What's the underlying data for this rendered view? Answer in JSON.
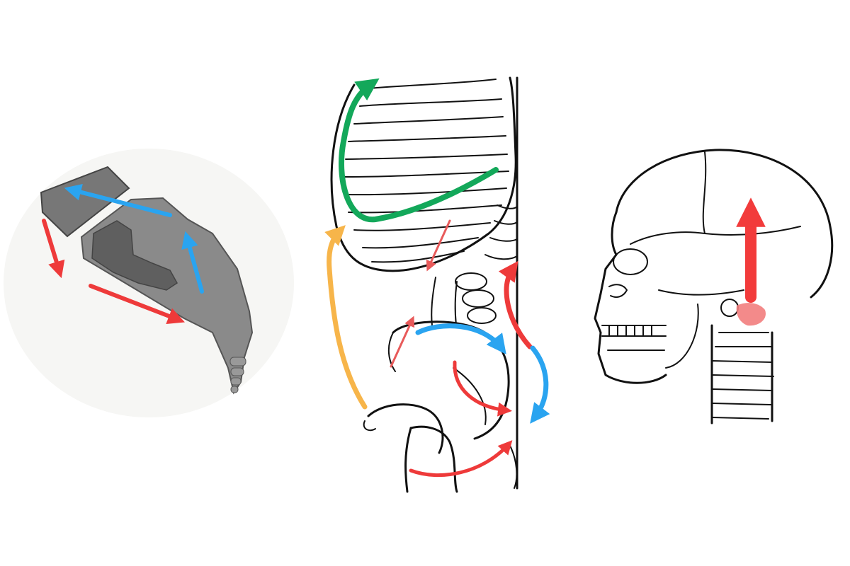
{
  "colors": {
    "red": "#ee3a3a",
    "blue": "#2aa4f0",
    "green": "#13a85a",
    "orange": "#f7b54a",
    "bone_gray": "#8a8a8a",
    "bone_dark": "#5a5a5a",
    "ink": "#111111",
    "highlight": "#f27d7d"
  },
  "panels": [
    {
      "name": "sacrum-pelvis-sagittal",
      "arrows": [
        "red-arrow",
        "red-arrow",
        "blue-arrow",
        "blue-arrow"
      ]
    },
    {
      "name": "torso-skeleton-side",
      "arrows": [
        "green-arrow",
        "orange-arrow",
        "red-arrow",
        "blue-arrow",
        "red-arrow",
        "blue-arrow",
        "red-arrow",
        "red-arrow"
      ]
    },
    {
      "name": "skull-neck-side",
      "arrows": [
        "red-arrow"
      ]
    }
  ]
}
